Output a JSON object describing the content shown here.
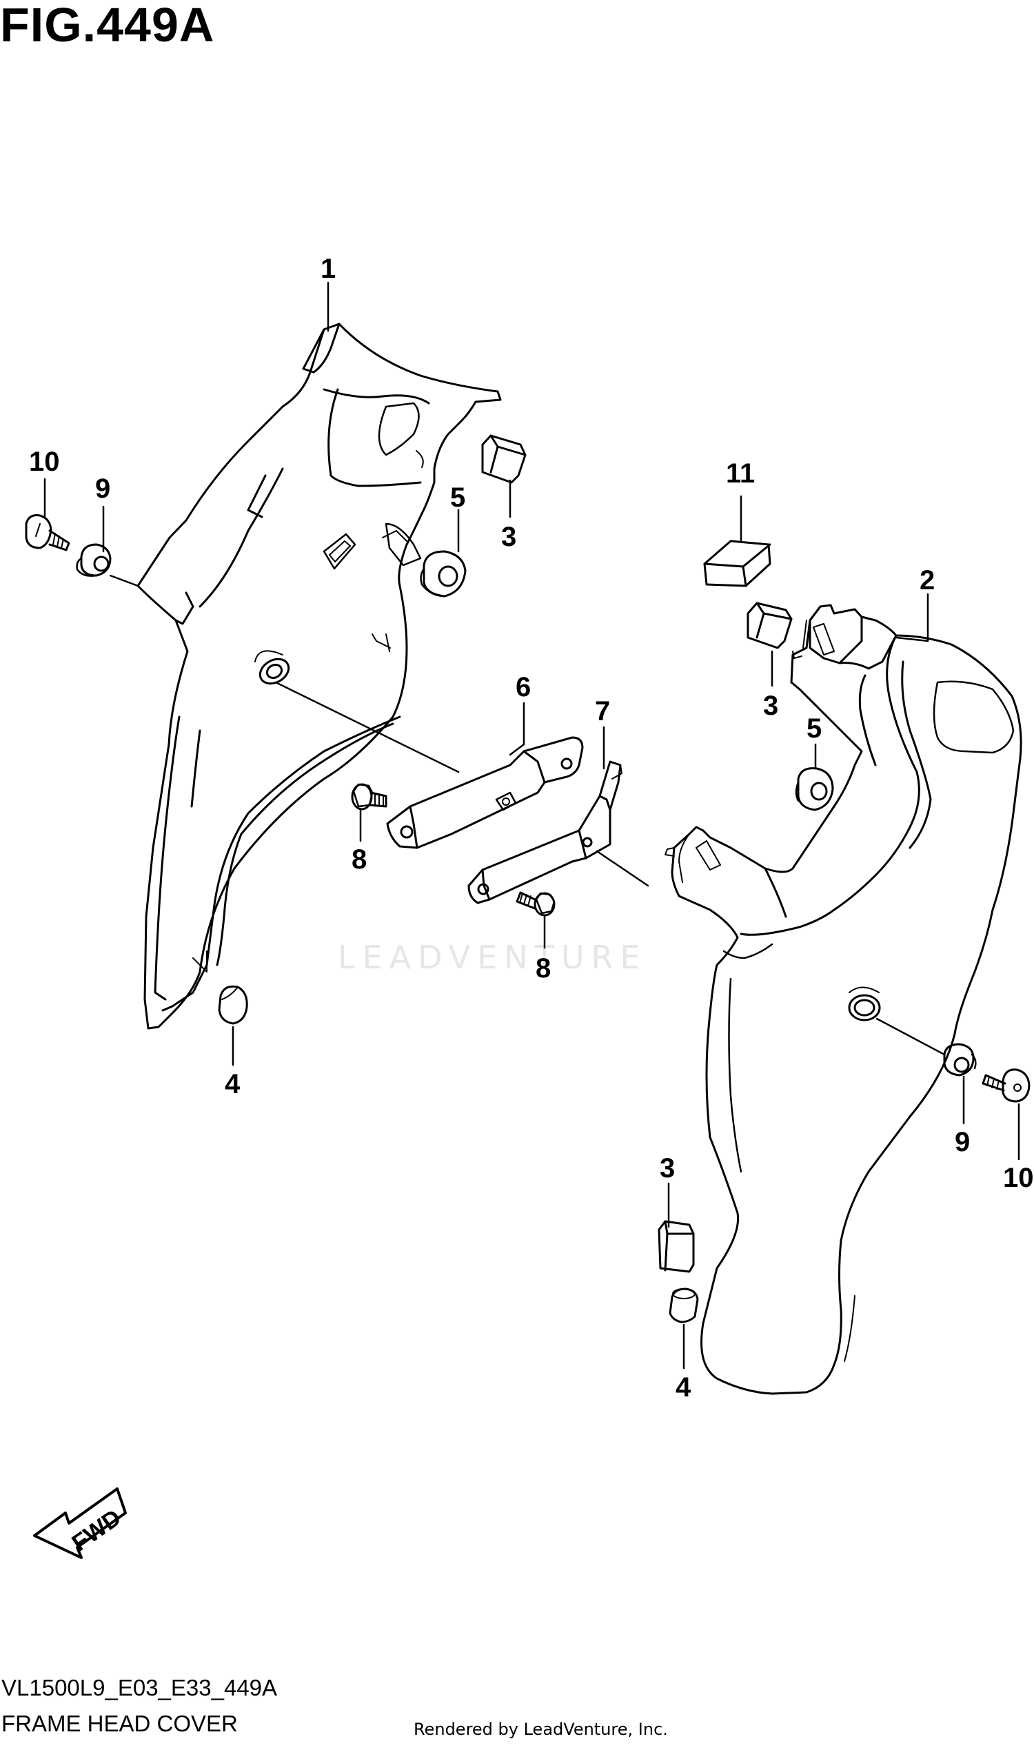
{
  "figure": {
    "title": "FIG.449A",
    "model_code": "VL1500L9_E03_E33_449A",
    "section_name": "FRAME HEAD COVER",
    "credit": "Rendered by LeadVenture, Inc.",
    "watermark": "LEADVENTURE",
    "direction_label": "FWD"
  },
  "callouts": [
    {
      "id": "c1",
      "label": "1"
    },
    {
      "id": "c2",
      "label": "2"
    },
    {
      "id": "c3a",
      "label": "3"
    },
    {
      "id": "c3b",
      "label": "3"
    },
    {
      "id": "c3c",
      "label": "3"
    },
    {
      "id": "c4a",
      "label": "4"
    },
    {
      "id": "c4b",
      "label": "4"
    },
    {
      "id": "c5a",
      "label": "5"
    },
    {
      "id": "c5b",
      "label": "5"
    },
    {
      "id": "c6",
      "label": "6"
    },
    {
      "id": "c7",
      "label": "7"
    },
    {
      "id": "c8a",
      "label": "8"
    },
    {
      "id": "c8b",
      "label": "8"
    },
    {
      "id": "c9a",
      "label": "9"
    },
    {
      "id": "c9b",
      "label": "9"
    },
    {
      "id": "c10a",
      "label": "10"
    },
    {
      "id": "c10b",
      "label": "10"
    },
    {
      "id": "c11",
      "label": "11"
    }
  ]
}
